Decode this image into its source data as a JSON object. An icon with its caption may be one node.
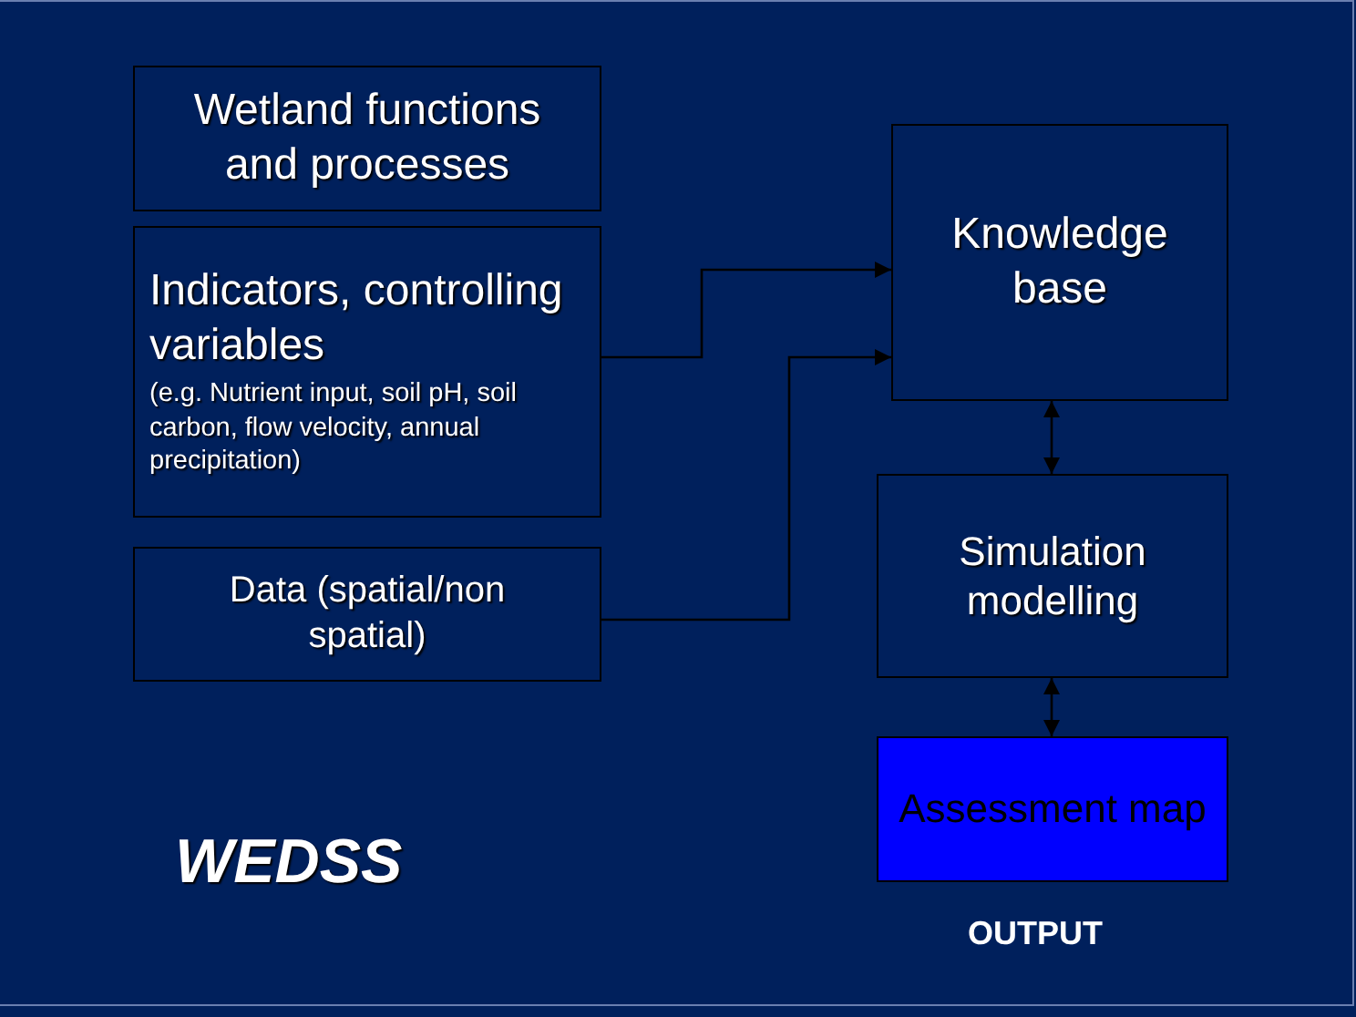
{
  "diagram": {
    "title": "WEDSS",
    "nodes": [
      {
        "text": [
          "Wetland functions and processes"
        ]
      },
      {
        "text": [
          "Indicators, controlling variables",
          "(e.g. Nutrient input, soil pH, soil carbon, flow velocity, annual precipitation)"
        ]
      },
      {
        "text": [
          "Data (spatial/non spatial)"
        ]
      },
      {
        "text": [
          "Knowledge base"
        ]
      },
      {
        "text": [
          "Simulation modelling"
        ]
      },
      {
        "text": [
          "Assessment map"
        ],
        "beside": [
          "OUTPUT"
        ]
      }
    ],
    "edges": [
      {
        "from": 1,
        "to": 3,
        "arrow": "to"
      },
      {
        "from": 2,
        "to": 3,
        "arrow": "to"
      },
      {
        "from": 3,
        "to": 4,
        "arrow": "both"
      },
      {
        "from": 4,
        "to": 5,
        "arrow": "both"
      }
    ]
  }
}
